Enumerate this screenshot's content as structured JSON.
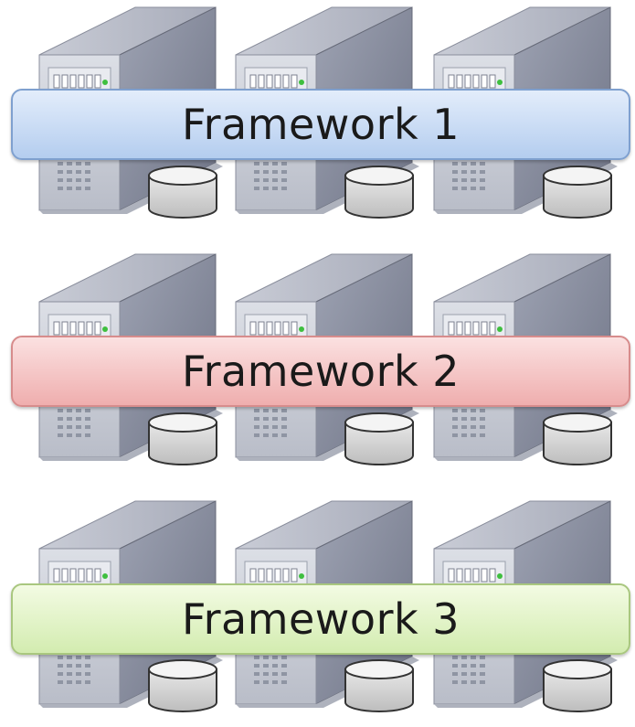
{
  "frameworks": [
    {
      "label": "Framework 1",
      "color": "#b4cdef",
      "border": "#7fa0cf"
    },
    {
      "label": "Framework 2",
      "color": "#efaeae",
      "border": "#d78c8c"
    },
    {
      "label": "Framework 3",
      "color": "#d3ecb0",
      "border": "#a9c77f"
    }
  ],
  "icons": {
    "server": "server-tower-icon",
    "disk": "database-disk-icon"
  },
  "layout_meta": {
    "rows": 3,
    "columns": 3
  }
}
